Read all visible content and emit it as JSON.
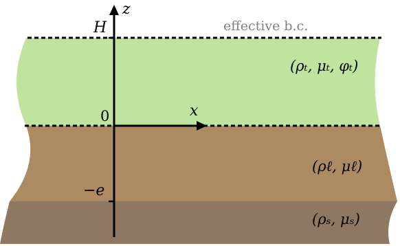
{
  "colors": {
    "top_layer": "#c0e4a0",
    "middle_layer": "#ac8b63",
    "bottom_layer": "#8f7862",
    "axis": "#000000",
    "bc_label": "#808080"
  },
  "labels": {
    "z_axis": "z",
    "x_axis": "x",
    "height_tick": "H",
    "zero_tick": "0",
    "depth_tick": "−e",
    "effective_bc": "effective b.c.",
    "top_layer_params": "(ρₜ, μₜ, φₜ)",
    "middle_layer_params": "(ρℓ, μℓ)",
    "bottom_layer_params": "(ρₛ, μₛ)"
  }
}
